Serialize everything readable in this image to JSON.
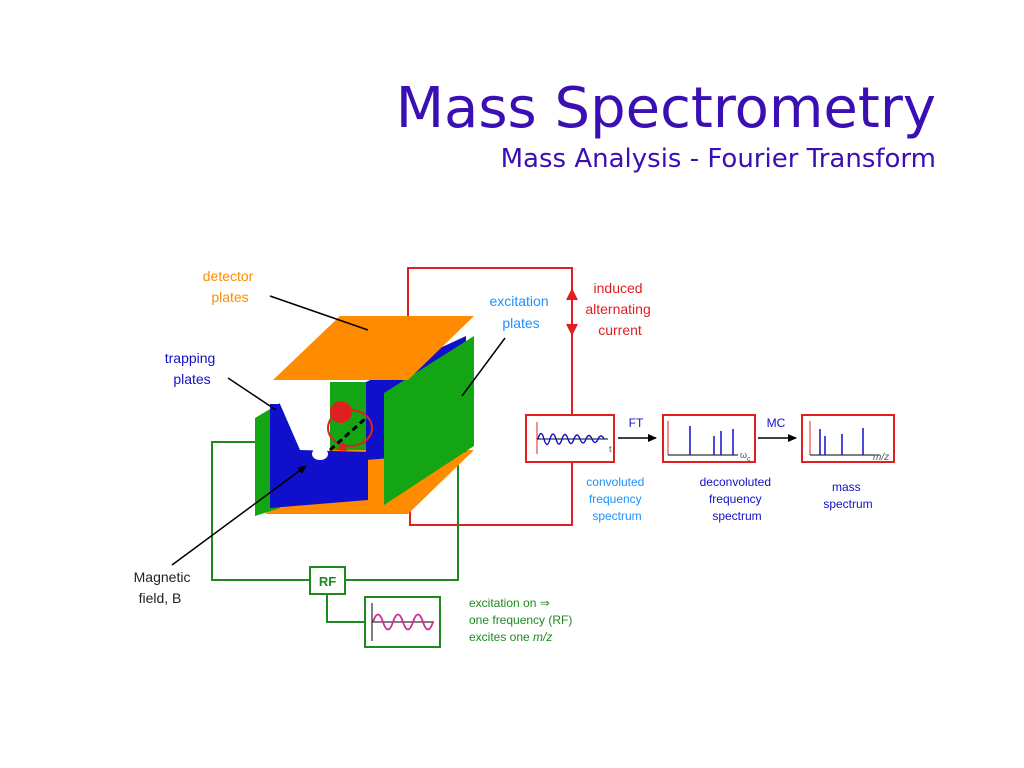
{
  "title": "Mass Spectrometry",
  "subtitle": "Mass Analysis - Fourier Transform",
  "colors": {
    "title": "#3a0fb3",
    "orange": "#ff8c00",
    "green": "#14a514",
    "blue": "#1010cc",
    "red": "#e02020",
    "light_blue": "#1e90ff",
    "dark_green": "#1e8a1e",
    "magenta": "#cc2a9a"
  },
  "labels": {
    "detector_line1": "detector",
    "detector_line2": "plates",
    "trapping_line1": "trapping",
    "trapping_line2": "plates",
    "excitation_line1": "excitation",
    "excitation_line2": "plates",
    "induced_line1": "induced",
    "induced_line2": "alternating",
    "induced_line3": "current",
    "magnetic_line1": "Magnetic",
    "magnetic_line2": "field, B",
    "rf": "RF",
    "ft": "FT",
    "mc": "MC",
    "t_axis": "t",
    "omega_c": "ω",
    "omega_c_sub": "c",
    "mz_axis": "m/z",
    "conv_line1": "convoluted",
    "conv_line2": "frequency",
    "conv_line3": "spectrum",
    "deconv_line1": "deconvoluted",
    "deconv_line2": "frequency",
    "deconv_line3": "spectrum",
    "mass_line1": "mass",
    "mass_line2": "spectrum",
    "excite_line1": "excitation on ⇒",
    "excite_line2": "one frequency (RF)",
    "excite_line3_a": "excites one ",
    "excite_line3_b": "m/z"
  }
}
